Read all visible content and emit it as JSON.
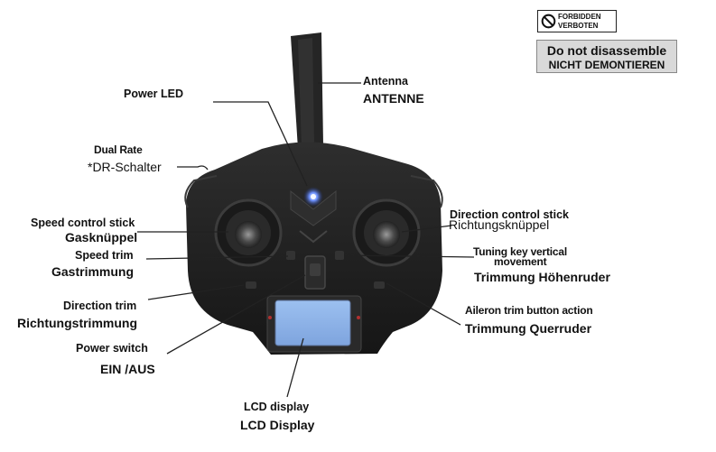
{
  "labels": {
    "antenna_en": "Antenna",
    "antenna_de": "ANTENNE",
    "power_led": "Power LED",
    "dual_rate_en": "Dual Rate",
    "dual_rate_de": "*DR-Schalter",
    "speed_stick_en": "Speed control stick",
    "speed_stick_de": "Gasknüppel",
    "speed_trim_en": "Speed trim",
    "speed_trim_de": "Gastrimmung",
    "direction_trim_en": "Direction trim",
    "direction_trim_de": "Richtungstrimmung",
    "power_switch_en": "Power switch",
    "power_switch_de": "EIN /AUS",
    "lcd_en": "LCD display",
    "lcd_de": "LCD Display",
    "dir_stick_en": "Direction control stick",
    "dir_stick_de": "Richtungsknüppel",
    "tuning_en_1": "Tuning key vertical",
    "tuning_en_2": "movement",
    "tuning_de": "Trimmung Höhenruder",
    "aileron_en": "Aileron trim button action",
    "aileron_de": "Trimmung Querruder"
  },
  "warning": {
    "forbidden": "FORBIDDEN",
    "verboten": "VERBOTEN",
    "no_dis_en": "Do not disassemble",
    "no_dis_de": "NICHT DEMONTIEREN",
    "icon": "no-entry-icon"
  },
  "colors": {
    "body": "#1e1e1e",
    "lcd": "#8fb4e6",
    "led": "#4f7dff",
    "warning_fill": "#d9d9d9"
  }
}
